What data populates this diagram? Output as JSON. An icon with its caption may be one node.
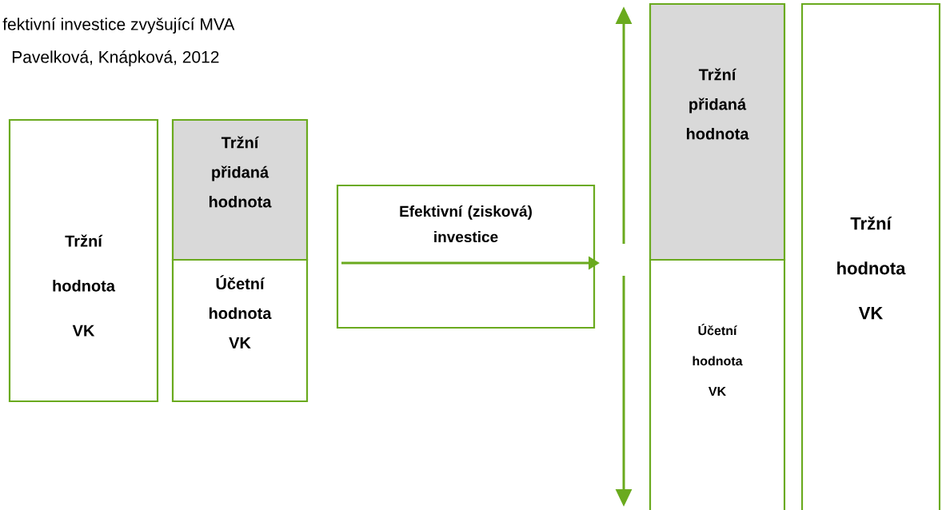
{
  "diagram": {
    "title": "fektivní investice zvyšující MVA",
    "nodes": [
      {
        "text": [
          "Tržní hodnota VK"
        ]
      },
      {
        "text": [
          "Tržní přidaná hodnota"
        ]
      },
      {
        "text": [
          "Účetní hodnota VK"
        ]
      },
      {
        "text": [
          "Efektivní (zisková) investice"
        ]
      },
      {
        "text": [
          "Tržní přidaná hodnota"
        ]
      },
      {
        "text": [
          "Účetní hodnota VK"
        ]
      },
      {
        "text": [
          "Tržní hodnota VK"
        ]
      }
    ],
    "labels": [
      "Pavelková, Knápková, 2012"
    ]
  }
}
